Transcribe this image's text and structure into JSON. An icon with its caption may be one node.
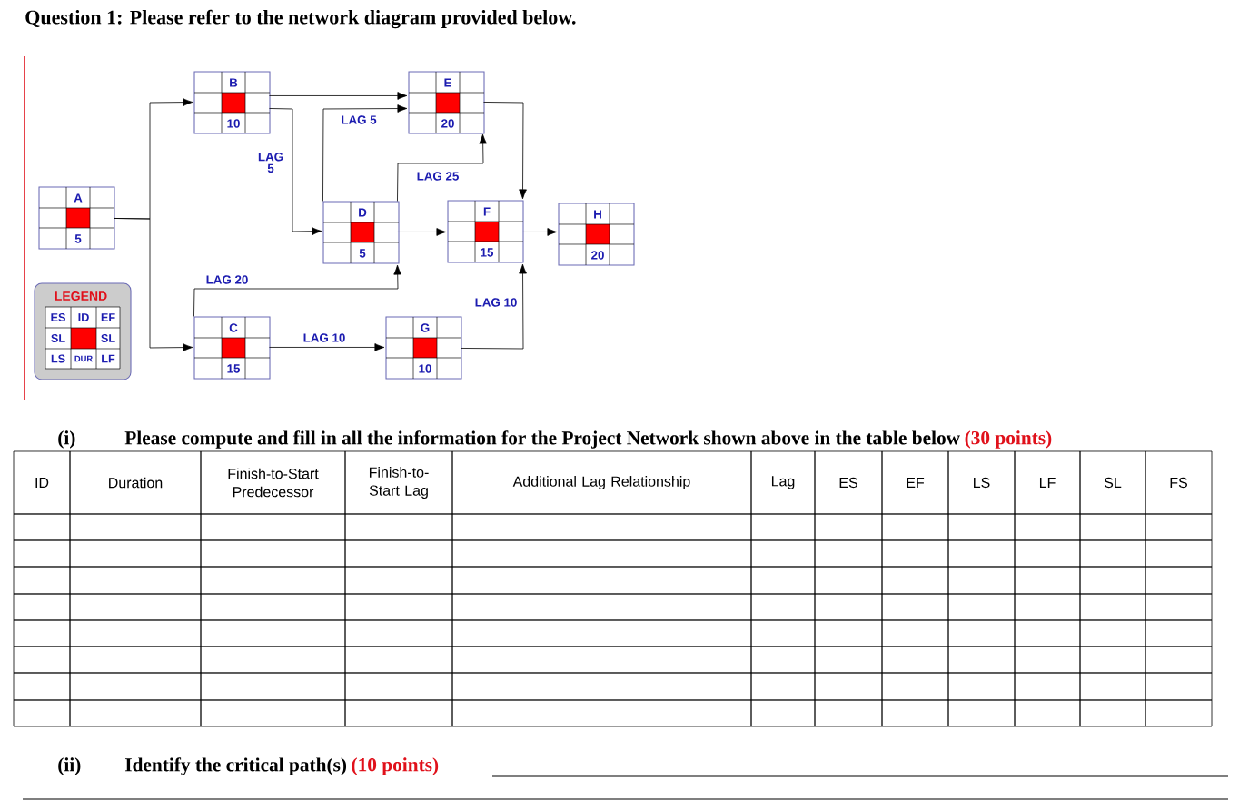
{
  "diagram": {
    "title": "Question 1: Please refer to the network diagram provided below.",
    "nodes": [
      {
        "text": [
          "A",
          "5"
        ]
      },
      {
        "text": [
          "B",
          "10"
        ]
      },
      {
        "text": [
          "C",
          "15"
        ]
      },
      {
        "text": [
          "D",
          "5"
        ]
      },
      {
        "text": [
          "E",
          "20"
        ]
      },
      {
        "text": [
          "F",
          "15"
        ]
      },
      {
        "text": [
          "G",
          "10"
        ]
      },
      {
        "text": [
          "H",
          "20"
        ]
      },
      {
        "text": [
          "LEGEND",
          "ES",
          "ID",
          "EF",
          "SL",
          "SL",
          "LS",
          "DUR",
          "LF"
        ]
      }
    ],
    "edges": [
      {
        "from": 0,
        "to": 1,
        "arrow": "to"
      },
      {
        "from": 0,
        "to": 2,
        "arrow": "to"
      },
      {
        "from": 1,
        "to": 4,
        "arrow": "to"
      },
      {
        "from": 1,
        "to": 3,
        "arrow": "to",
        "label": "LAG 5"
      },
      {
        "from": 3,
        "to": 4,
        "arrow": "to",
        "label": "LAG 5"
      },
      {
        "from": 3,
        "to": 4,
        "arrow": "to",
        "label": "LAG 25"
      },
      {
        "from": 3,
        "to": 5,
        "arrow": "to"
      },
      {
        "from": 2,
        "to": 3,
        "arrow": "to",
        "label": "LAG 20"
      },
      {
        "from": 2,
        "to": 6,
        "arrow": "to",
        "label": "LAG 10"
      },
      {
        "from": 6,
        "to": 5,
        "arrow": "to",
        "label": "LAG 10"
      },
      {
        "from": 4,
        "to": 5,
        "arrow": "to"
      },
      {
        "from": 5,
        "to": 7,
        "arrow": "to"
      }
    ],
    "labels": [
      "(i)",
      "Please compute and fill in all the information for the Project Network shown above in the table below",
      "(30 points)",
      "ID",
      "Duration",
      "Finish-to-Start Predecessor",
      "Finish-to-Start Lag",
      "Additional Lag Relationship",
      "Lag",
      "ES",
      "EF",
      "LS",
      "LF",
      "SL",
      "FS",
      "(ii)",
      "Identify the critical path(s)",
      "(10 points)"
    ]
  }
}
